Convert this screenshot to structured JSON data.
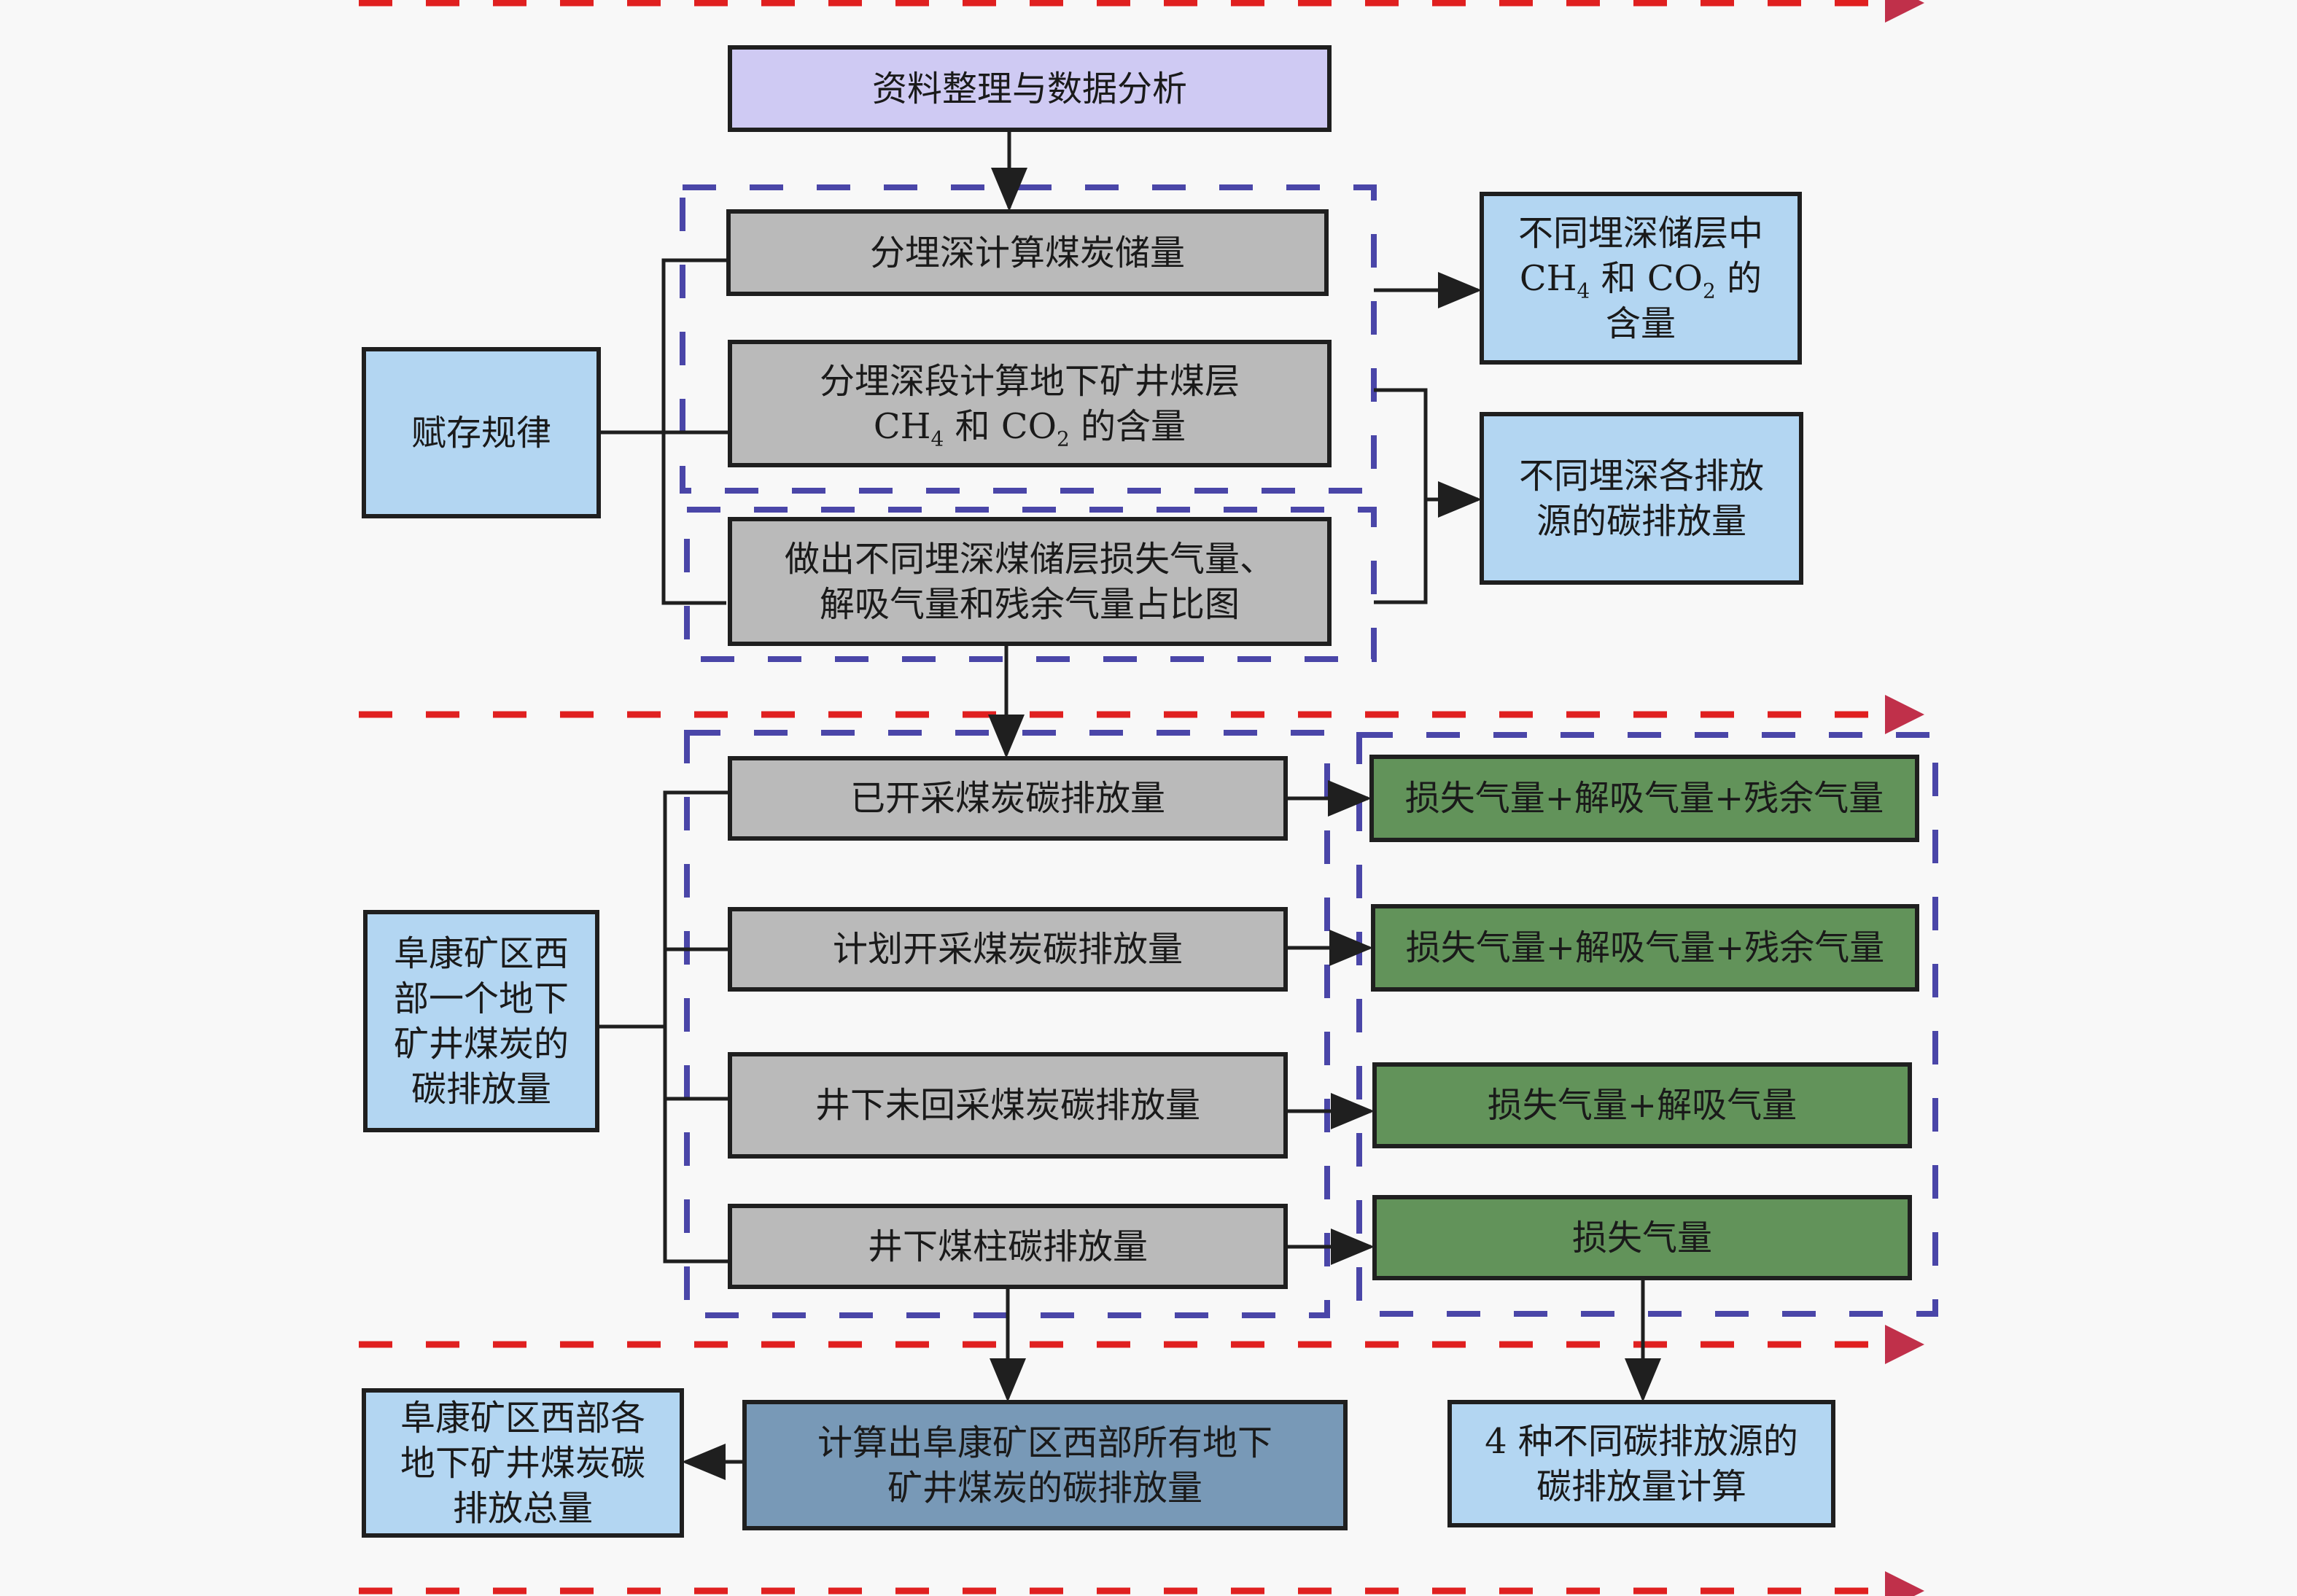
{
  "diagram": {
    "type": "flowchart",
    "sections": [
      {
        "id": "section-1",
        "nodes": {
          "data_analysis": "资料整理与数据分析",
          "occurrence_law": "赋存规律",
          "coal_reserve_by_depth": "分埋深计算煤炭储量",
          "gas_content_by_depth": [
            "分埋深段计算地下矿井煤层",
            "CH|4| 和 CO|2| 的含量"
          ],
          "gas_ratio_chart": "做出不同埋深煤储层损失气量、\n解吸气量和残余气量占比图",
          "gas_content_result": [
            "不同埋深储层中",
            "CH|4| 和 CO|2| 的",
            "含量"
          ],
          "emission_by_source_result": "不同埋深各排放\n源的碳排放量"
        }
      },
      {
        "id": "section-2",
        "nodes": {
          "mine_emission": "阜康矿区西\n部一个地下\n矿井煤炭的\n碳排放量",
          "mined_coal": "已开采煤炭碳排放量",
          "planned_coal": "计划开采煤炭碳排放量",
          "unrecovered_coal": "井下未回采煤炭碳排放量",
          "coal_pillar": "井下煤柱碳排放量",
          "formula_mined": "损失气量+解吸气量+残余气量",
          "formula_planned": "损失气量+解吸气量+残余气量",
          "formula_unrecovered": "损失气量+解吸气量",
          "formula_pillar": "损失气量"
        }
      },
      {
        "id": "section-3",
        "nodes": {
          "total_emission": "阜康矿区西部各\n地下矿井煤炭碳\n排放总量",
          "calc_all_mines": "计算出阜康矿区西部所有地下\n矿井煤炭的碳排放量",
          "four_sources": "4 种不同碳排放源的\n碳排放量计算"
        }
      }
    ],
    "edges": [
      [
        "data_analysis",
        "coal_reserve_by_depth"
      ],
      [
        "occurrence_law",
        "coal_reserve_by_depth"
      ],
      [
        "occurrence_law",
        "gas_content_by_depth"
      ],
      [
        "occurrence_law",
        "gas_ratio_chart"
      ],
      [
        "section-1-group-a",
        "gas_content_result"
      ],
      [
        "section-1-groups",
        "emission_by_source_result"
      ],
      [
        "gas_ratio_chart",
        "section-2"
      ],
      [
        "mined_coal",
        "formula_mined"
      ],
      [
        "planned_coal",
        "formula_planned"
      ],
      [
        "unrecovered_coal",
        "formula_unrecovered"
      ],
      [
        "coal_pillar",
        "formula_pillar"
      ],
      [
        "coal_pillar",
        "calc_all_mines"
      ],
      [
        "formula_pillar",
        "four_sources"
      ],
      [
        "calc_all_mines",
        "total_emission"
      ]
    ],
    "colors": {
      "lilac": "#cfcaf3",
      "gray": "#bababa",
      "blue": "#b3d6f2",
      "green": "#62935a",
      "steel": "#7899b7",
      "section_divider": "#e02020",
      "group_outline": "#4a46a8",
      "line": "#1f1f1f"
    }
  }
}
